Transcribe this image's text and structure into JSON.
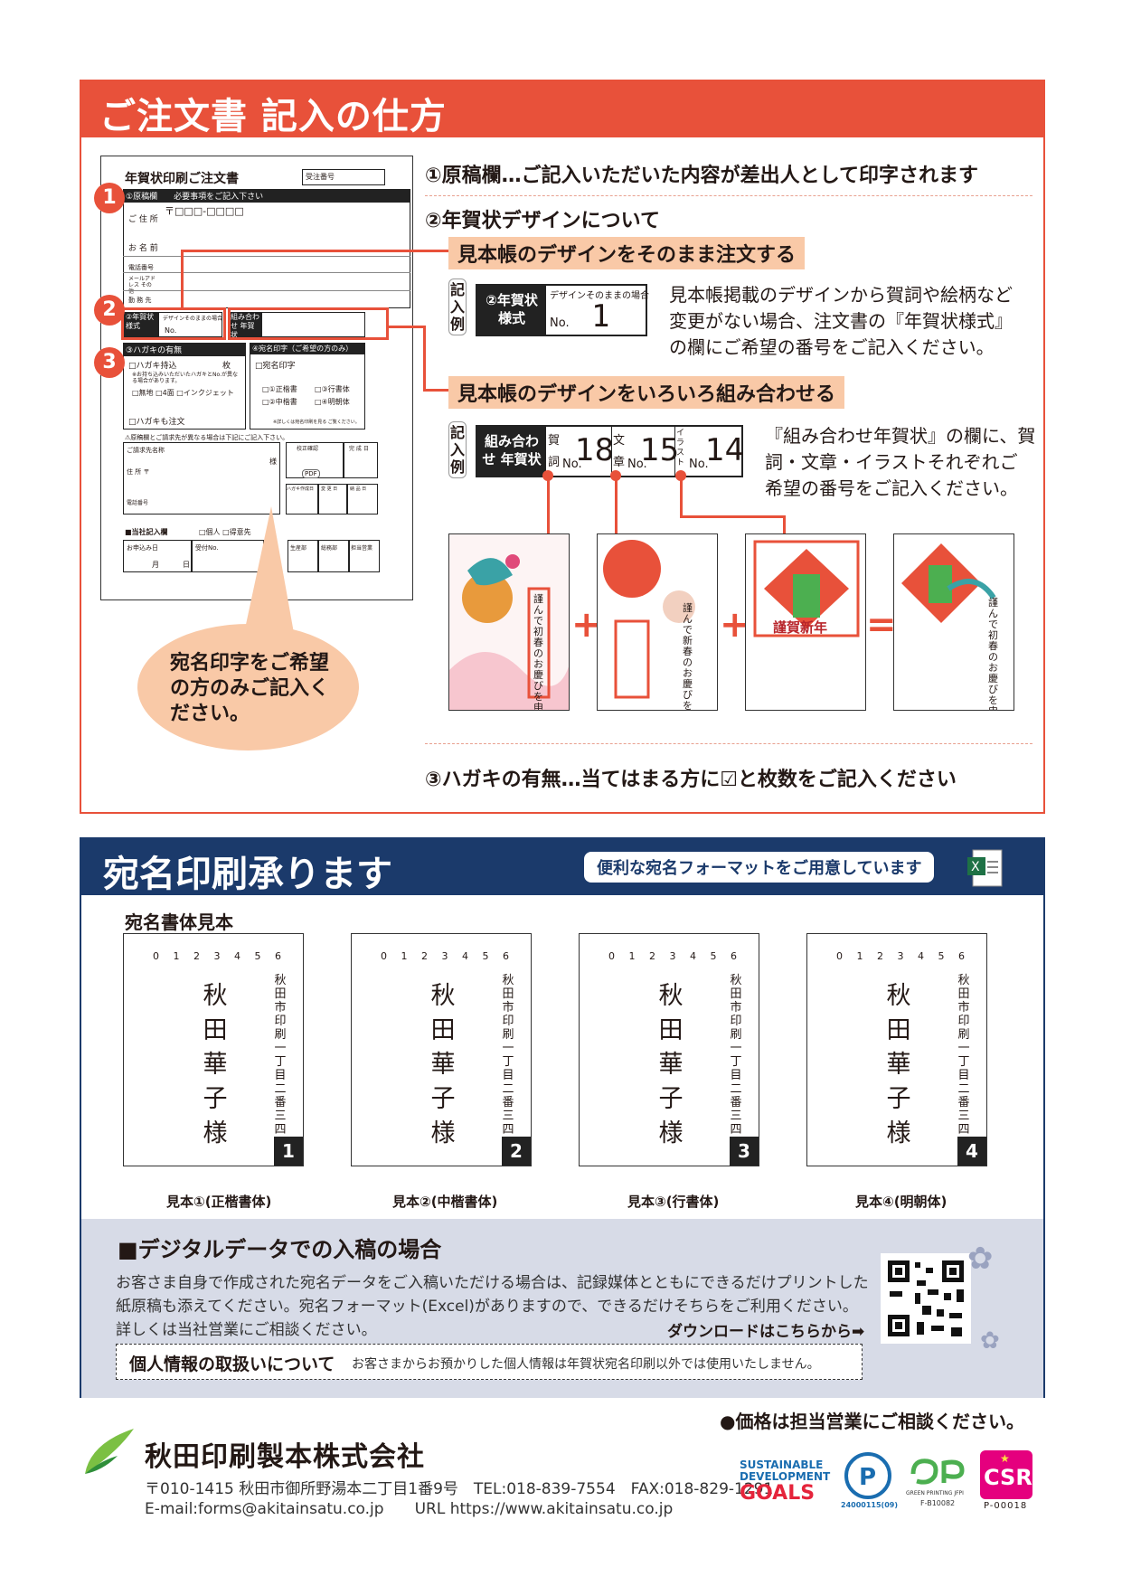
{
  "section1": {
    "title": "ご注文書 記入の仕方",
    "form": {
      "title": "年賀状印刷ご注文書",
      "order_no_label": "受注番号",
      "genko_label": "①原稿欄",
      "genko_note": "必要事項をご記入下さい",
      "address": "ご 住 所",
      "zip": "〒□□□-□□□□",
      "name": "お 名 前",
      "phone": "電話番号",
      "mail": "メールアドレス その他",
      "work": "勤 務 先",
      "style_label": "②年賀状 様式",
      "style_note": "デザインそのままの場合",
      "no": "No.",
      "combo_label": "組み合わせ 年賀状",
      "combo_greet": "賀詞",
      "combo_text": "文章",
      "combo_illust": "イラスト",
      "hagaki_label": "③ハガキの有無",
      "hagaki_bring": "□ハガキ持込",
      "mai": "枚",
      "hagaki_note": "※お持ち込みいただいたハガキとNo.が異なる場合があります。",
      "hagaki_types": "□無地 □4面 □インクジェット",
      "hagaki_order": "□ハガキも注文",
      "atena_label": "④宛名印字（ご希望の方のみ）",
      "atena_print": "□宛名印字",
      "font1": "□①正楷書",
      "font2": "□②中楷書",
      "font3": "□③行書体",
      "font4": "□④明朝体",
      "atena_note": "※詳しくは宛名印刷を見る ご覧ください。",
      "diff_note": "⚠原稿欄とご請求先が異なる場合は下記にご記入下さい。",
      "bill_name": "ご請求先名称",
      "sama": "様",
      "bill_addr": "住 所 〒",
      "bill_tel": "電話番号",
      "pdf": "PDF",
      "proof": "校正確認",
      "done": "完 成 日",
      "hagaki_plan": "ハガキ作成日",
      "change": "変 更 日",
      "delivery": "納 品 日",
      "company_field": "■当社記入欄",
      "kojin": "□個人 □得意先",
      "apply_date": "お申込み日",
      "month": "月",
      "day": "日",
      "uketsuke": "受付No.",
      "dept1": "生産部",
      "dept2": "総務部",
      "dept3": "担当営業"
    },
    "markers": [
      "1",
      "2",
      "3"
    ],
    "bubble": "宛名印字をご希望の方のみご記入ください。",
    "item1": "①原稿欄…ご記入いただいた内容が差出人として印字されます",
    "item2": "②年賀状デザインについて",
    "tag1": "見本帳のデザインをそのまま注文する",
    "example": "記入例",
    "ex1_label": "②年賀状 様式",
    "ex1_note": "デザインそのままの場合",
    "ex1_no": "No.",
    "ex1_value": "1",
    "ex1_desc": [
      "見本帳掲載のデザインから賀詞や絵柄など",
      "変更がない場合、注文書の『年賀状様式』",
      "の欄にご希望の番号をご記入ください。"
    ],
    "tag2": "見本帳のデザインをいろいろ組み合わせる",
    "ex2_label": "組み合わせ 年賀状",
    "ex2_greet": "賀詞",
    "ex2_text": "文章",
    "ex2_illust": "イラスト",
    "ex2_no": "No.",
    "ex2_values": [
      "18",
      "15",
      "14"
    ],
    "ex2_desc": [
      "『組み合わせ年賀状』の欄に、賀",
      "詞・文章・イラストそれぞれご",
      "希望の番号をご記入ください。"
    ],
    "card_text": "謹んで初春のお慶びを申し上げます",
    "card_text2": "謹んで新春のお慶びを申し上げます",
    "card3_title": "謹賀新年",
    "plus": "+",
    "equals": "=",
    "item3": "③ハガキの有無…当てはまる方に☑と枚数をご記入ください"
  },
  "section2": {
    "title": "宛名印刷承ります",
    "pill": "便利な宛名フォーマットをご用意しています",
    "sample_title": "宛名書体見本",
    "zip": "0 1 2 3 4 5 6",
    "name": "秋田華子様",
    "address": "秋田市印刷一丁目二番三四五号",
    "samples": [
      {
        "num": "1",
        "label": "見本①(正楷書体)"
      },
      {
        "num": "2",
        "label": "見本②(中楷書体)"
      },
      {
        "num": "3",
        "label": "見本③(行書体)"
      },
      {
        "num": "4",
        "label": "見本④(明朝体)"
      }
    ],
    "digital_title": "■デジタルデータでの入稿の場合",
    "digital_body": [
      "お客さま自身で作成された宛名データをご入稿いただける場合は、記録媒体とともにできるだけプリントした",
      "紙原稿も添えてください。宛名フォーマット(Excel)がありますので、できるだけそちらをご利用ください。",
      "詳しくは当社営業にご相談ください。"
    ],
    "download": "ダウンロードはこちらから➡",
    "privacy_title": "個人情報の取扱いについて",
    "privacy_body": "お客さまからお預かりした個人情報は年賀状宛名印刷以外では使用いたしません。"
  },
  "footer": {
    "price_note": "●価格は担当営業にご相談ください。",
    "company": "秋田印刷製本株式会社",
    "address": "〒010-1415 秋田市御所野湯本二丁目1番9号　TEL:018-839-7554　FAX:018-829-1291",
    "contact": "E-mail:forms@akitainsatu.co.jp　　URL https://www.akitainsatu.co.jp",
    "sdgs": [
      "SUSTAINABLE",
      "DEVELOPMENT",
      "GOALS"
    ],
    "pmark": "24000115(09)",
    "gp": "GREEN PRINTING JFPI",
    "gp_no": "F-B10082",
    "csr": "CSR",
    "csr_no": "P-00018"
  },
  "colors": {
    "accent": "#e8513a",
    "navy": "#1b3a6b",
    "peach": "#f9c9a7"
  }
}
